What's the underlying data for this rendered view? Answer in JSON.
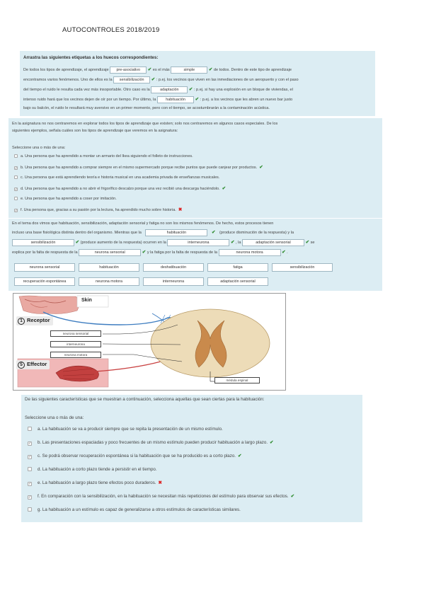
{
  "header": {
    "title": "AUTOCONTROLES 2018/2019"
  },
  "q1": {
    "heading": "Arrastra las siguientes etiquetas a los huecos correspondientes:",
    "l1a": "De todos los tipos de aprendizaje, el aprendizaje",
    "c1": "pre-asociativo",
    "l1b": "es el más",
    "c2": "simple",
    "l1c": "de todos. Dentro de este tipo de aprendizaje",
    "l2a": "encontramos varios fenómenos. Uno de ellos es la",
    "c3": "sensibilización",
    "l2b": ": p.ej. los vecinos que viven en las inmediaciones de un aeropuerto y con el paso",
    "l3a": "del tiempo el ruido le resulta cada vez más insoportable. Otro caso es la",
    "c4": "adaptación",
    "l3b": ": p.ej. si hay una explosión en un bloque de viviendas, el",
    "l4a": "intenso ruido hará que los vecinos dejen de oír por un tiempo. Por último, la",
    "c5": "habituación",
    "l4b": ": p.ej. a los vecinos que les abren un nuevo bar justo",
    "l5": "bajo su balcón, el ruido le resultará muy aversivo en un primer momento, pero con el tiempo, se acostumbrarán a la contaminación acústica."
  },
  "q2": {
    "l1": "En la asignatura no nos centraremos en explorar todos los tipos de aprendizaje que existen; solo nos centraremos en algunos casos especiales. De los",
    "l2": "siguientes ejemplos, señala cuáles son los tipos de aprendizaje que veremos en la asignatura:",
    "prompt": "Seleccione una o más de una:",
    "options": [
      {
        "text": "a. Una persona que ha aprendido a montar un armario del Ikea siguiendo el folleto de instrucciones.",
        "checked": false,
        "mark": ""
      },
      {
        "text": "b. Una persona que ha aprendido a comprar siempre en el mismo supermercado porque recibe puntos que puede canjear por productos.",
        "checked": true,
        "mark": "✔"
      },
      {
        "text": "c. Una persona que está aprendiendo teoría e historia musical en una academia privada de enseñanzas musicales.",
        "checked": false,
        "mark": ""
      },
      {
        "text": "d. Una persona que ha aprendido a no abrir el frigorífico descalzo porque una vez recibió una descarga haciéndolo.",
        "checked": true,
        "mark": "✔"
      },
      {
        "text": "e. Una persona que ha aprendido a coser por imitación.",
        "checked": false,
        "mark": ""
      },
      {
        "text": "f. Una persona que, gracias a su pasión por la lectura, ha aprendido mucho sobre historia.",
        "checked": true,
        "mark": "✖"
      }
    ]
  },
  "q3": {
    "l1": "En el tema dos vimos que habituación, sensibilización, adaptación sensorial y fatiga no son los mismos fenómenos. De hecho, estos procesos tienen",
    "l2a": "incluso una base fisiológica distinta dentro del organismo. Mientras que la",
    "c1": "habituación",
    "l2b": "(produce disminución de la respuesta) y la",
    "c2": "sensibilización",
    "l3a": "(produce aumento de la respuesta) ocurren en la",
    "c3": "interneurona",
    "l3b": ", la",
    "c4": "adaptación sensorial",
    "l3c": "se",
    "l4a": "explica por la falta de respuesta de la",
    "c5": "neurona sensorial",
    "l4b": "y la fatiga por la falta de respuesta de la",
    "c6": "neurona motora",
    "bank": [
      "neurona sensorial",
      "habituación",
      "deshatibuación",
      "fatiga",
      "sensibilización",
      "recuperación espontánea",
      "neurona motora",
      "interneurona",
      "adaptación sensorial"
    ]
  },
  "diagram": {
    "skin": "Skin",
    "receptor": "Receptor",
    "receptor_num": "1",
    "effector": "Effector",
    "effector_num": "5",
    "labels": [
      "neurona sensorial",
      "interneurona",
      "neurona motora"
    ],
    "spinal": "médula espinal"
  },
  "q4": {
    "l1": "De las siguientes características que se muestran a continuación, selecciona aquellas que sean ciertas para la habituación:",
    "prompt": "Seleccione una o más de una:",
    "options": [
      {
        "text": "a. La habituación se va a producir siempre que se repita la presentación de un mismo estímulo.",
        "checked": false,
        "mark": ""
      },
      {
        "text": "b. Las presentaciones espaciadas y poco frecuentes de un mismo estímulo pueden producir habituación a largo plazo.",
        "checked": true,
        "mark": "✔"
      },
      {
        "text": "c. Se podrá observar recuperación espontánea si la habituación que se ha producido es a corto plazo.",
        "checked": true,
        "mark": "✔"
      },
      {
        "text": "d. La habituación a corto plazo tiende a persistir en el tiempo.",
        "checked": false,
        "mark": ""
      },
      {
        "text": "e. La habituación a largo plazo tiene efectos poco duraderos.",
        "checked": true,
        "mark": "✖"
      },
      {
        "text": "f. En comparación con la sensibilización, en la habituación se necesitan más repeticiones del estímulo para observar sus efectos.",
        "checked": true,
        "mark": "✔"
      },
      {
        "text": "g. La habituación a un estímulo es capaz de generalizarse a otros estímulos de características similares.",
        "checked": false,
        "mark": ""
      }
    ]
  },
  "colors": {
    "panel": "#dcedf3",
    "correct": "#2e8b2e",
    "wrong": "#dd2222"
  }
}
